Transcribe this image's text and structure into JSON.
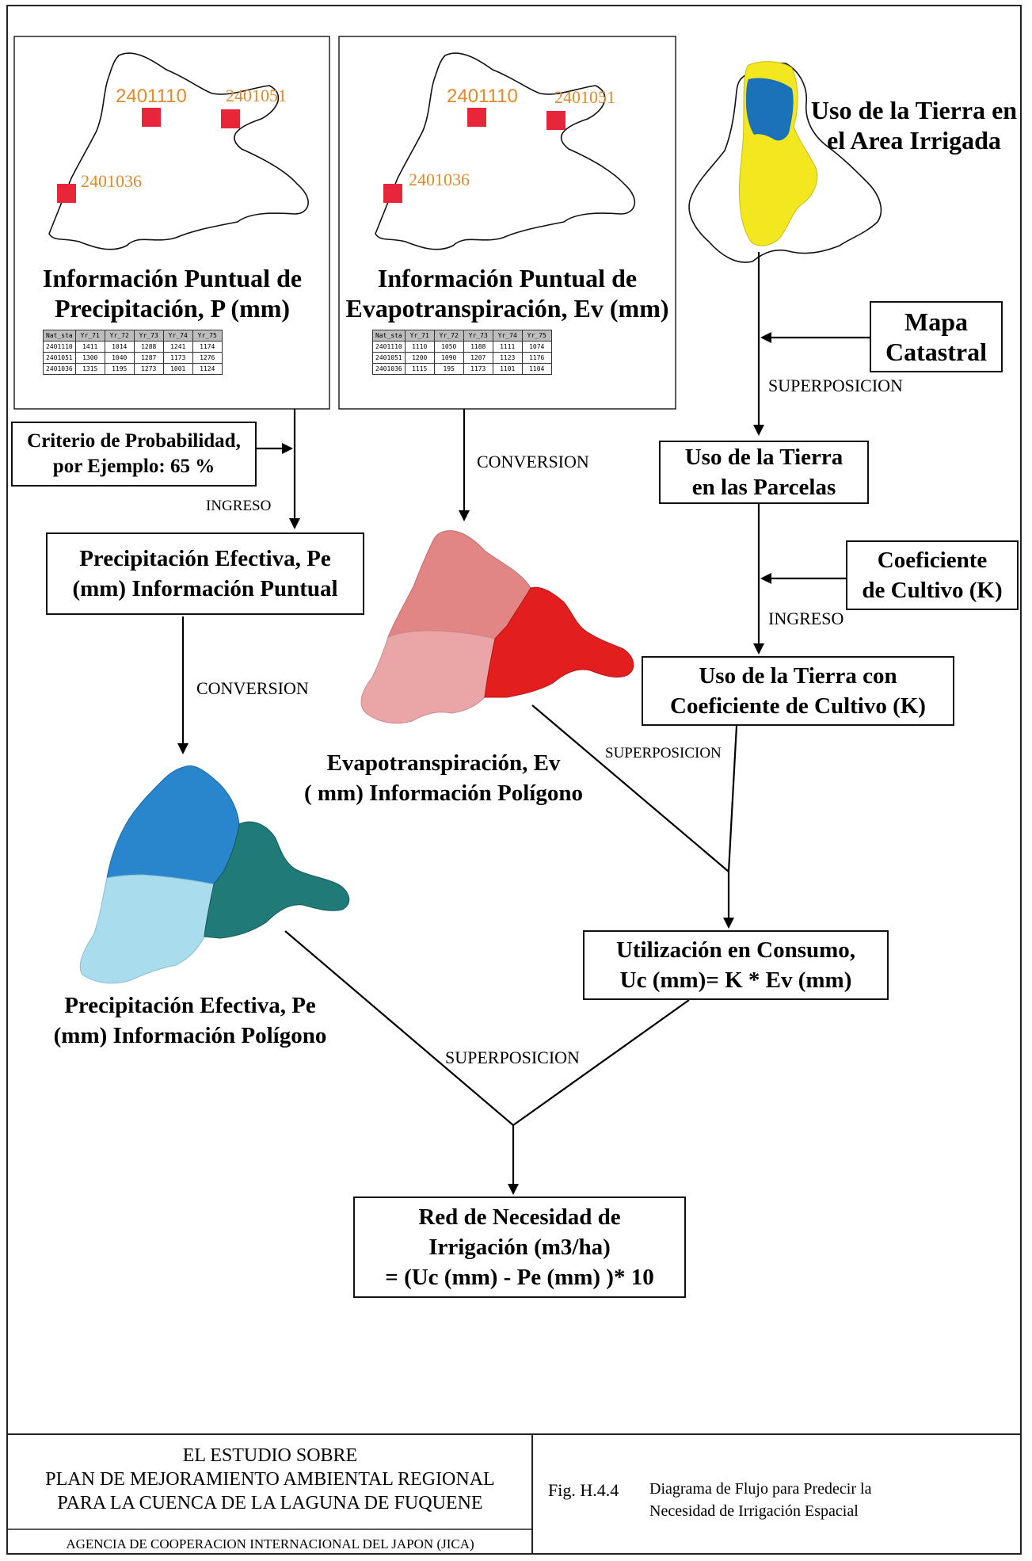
{
  "panels": {
    "precip_map_title_1": "Información Puntual de",
    "precip_map_title_2": "Precipitación, P (mm)",
    "evap_map_title_1": "Información Puntual de",
    "evap_map_title_2": "Evapotranspiración, Ev (mm)",
    "landuse_title_1": "Uso de la Tierra en",
    "landuse_title_2": "el Area Irrigada"
  },
  "stations": {
    "s1": "2401110",
    "s2": "2401051",
    "s3": "2401036"
  },
  "precip_table": {
    "headers": [
      "Nat_sta",
      "Yr_71",
      "Yr_72",
      "Yr_73",
      "Yr_74",
      "Yr_75"
    ],
    "rows": [
      [
        "2401110",
        "1411",
        "1014",
        "1288",
        "1241",
        "1174"
      ],
      [
        "2401051",
        "1300",
        "1040",
        "1287",
        "1173",
        "1276"
      ],
      [
        "2401036",
        "1315",
        "1195",
        "1273",
        "1001",
        "1124"
      ]
    ]
  },
  "evap_table": {
    "headers": [
      "Nat_sta",
      "Yr_71",
      "Yr_72",
      "Yr_73",
      "Yr_74",
      "Yr_75"
    ],
    "rows": [
      [
        "2401110",
        "1110",
        "1050",
        "1188",
        "1111",
        "1074"
      ],
      [
        "2401051",
        "1200",
        "1090",
        "1207",
        "1123",
        "1176"
      ],
      [
        "2401036",
        "1115",
        "195",
        "1173",
        "1101",
        "1104"
      ]
    ]
  },
  "boxes": {
    "mapa_1": "Mapa",
    "mapa_2": "Catastral",
    "criterio_1": "Criterio de Probabilidad,",
    "criterio_2": "por Ejemplo: 65 %",
    "uso_parcelas_1": "Uso de la Tierra",
    "uso_parcelas_2": "en las Parcelas",
    "pe_puntual_1": "Precipitación Efectiva, Pe",
    "pe_puntual_2": "(mm) Información Puntual",
    "coef_1": "Coeficiente",
    "coef_2": "de Cultivo (K)",
    "uso_coef_1": "Uso de la Tierra con",
    "uso_coef_2": "Coeficiente de Cultivo (K)",
    "uc_1": "Utilización en Consumo,",
    "uc_2": "Uc (mm)= K * Ev (mm)",
    "red_1": "Red de Necesidad de",
    "red_2": "Irrigación (m3/ha)",
    "red_3": "= (Uc (mm) - Pe (mm) )* 10"
  },
  "polygon_labels": {
    "ev_1": "Evapotranspiración, Ev",
    "ev_2": "( mm) Información Polígono",
    "pe_1": "Precipitación Efectiva, Pe",
    "pe_2": "(mm) Información Polígono"
  },
  "labels": {
    "superposicion": "SUPERPOSICION",
    "ingreso": "INGRESO",
    "conversion": "CONVERSION"
  },
  "footer": {
    "line1": "EL ESTUDIO SOBRE",
    "line2": "PLAN DE MEJORAMIENTO AMBIENTAL REGIONAL",
    "line3": "PARA LA CUENCA DE LA LAGUNA DE FUQUENE",
    "agency": "AGENCIA DE COOPERACION INTERNACIONAL DEL JAPON (JICA)",
    "fig_num": "Fig. H.4.4",
    "fig_title_1": "Diagrama de Flujo para Predecir la",
    "fig_title_2": "Necesidad de Irrigación Espacial"
  },
  "colors": {
    "station_marker": "#e8263a",
    "station_label": "#e28a2a",
    "ev_dark": "#e31e1e",
    "ev_light": "#eaa6a6",
    "ev_mid": "#e18585",
    "pe_dark": "#1f7a78",
    "pe_blue": "#2a86cc",
    "pe_light": "#a9dcec",
    "land_yellow": "#f3e81f",
    "land_blue": "#1c72b8"
  }
}
